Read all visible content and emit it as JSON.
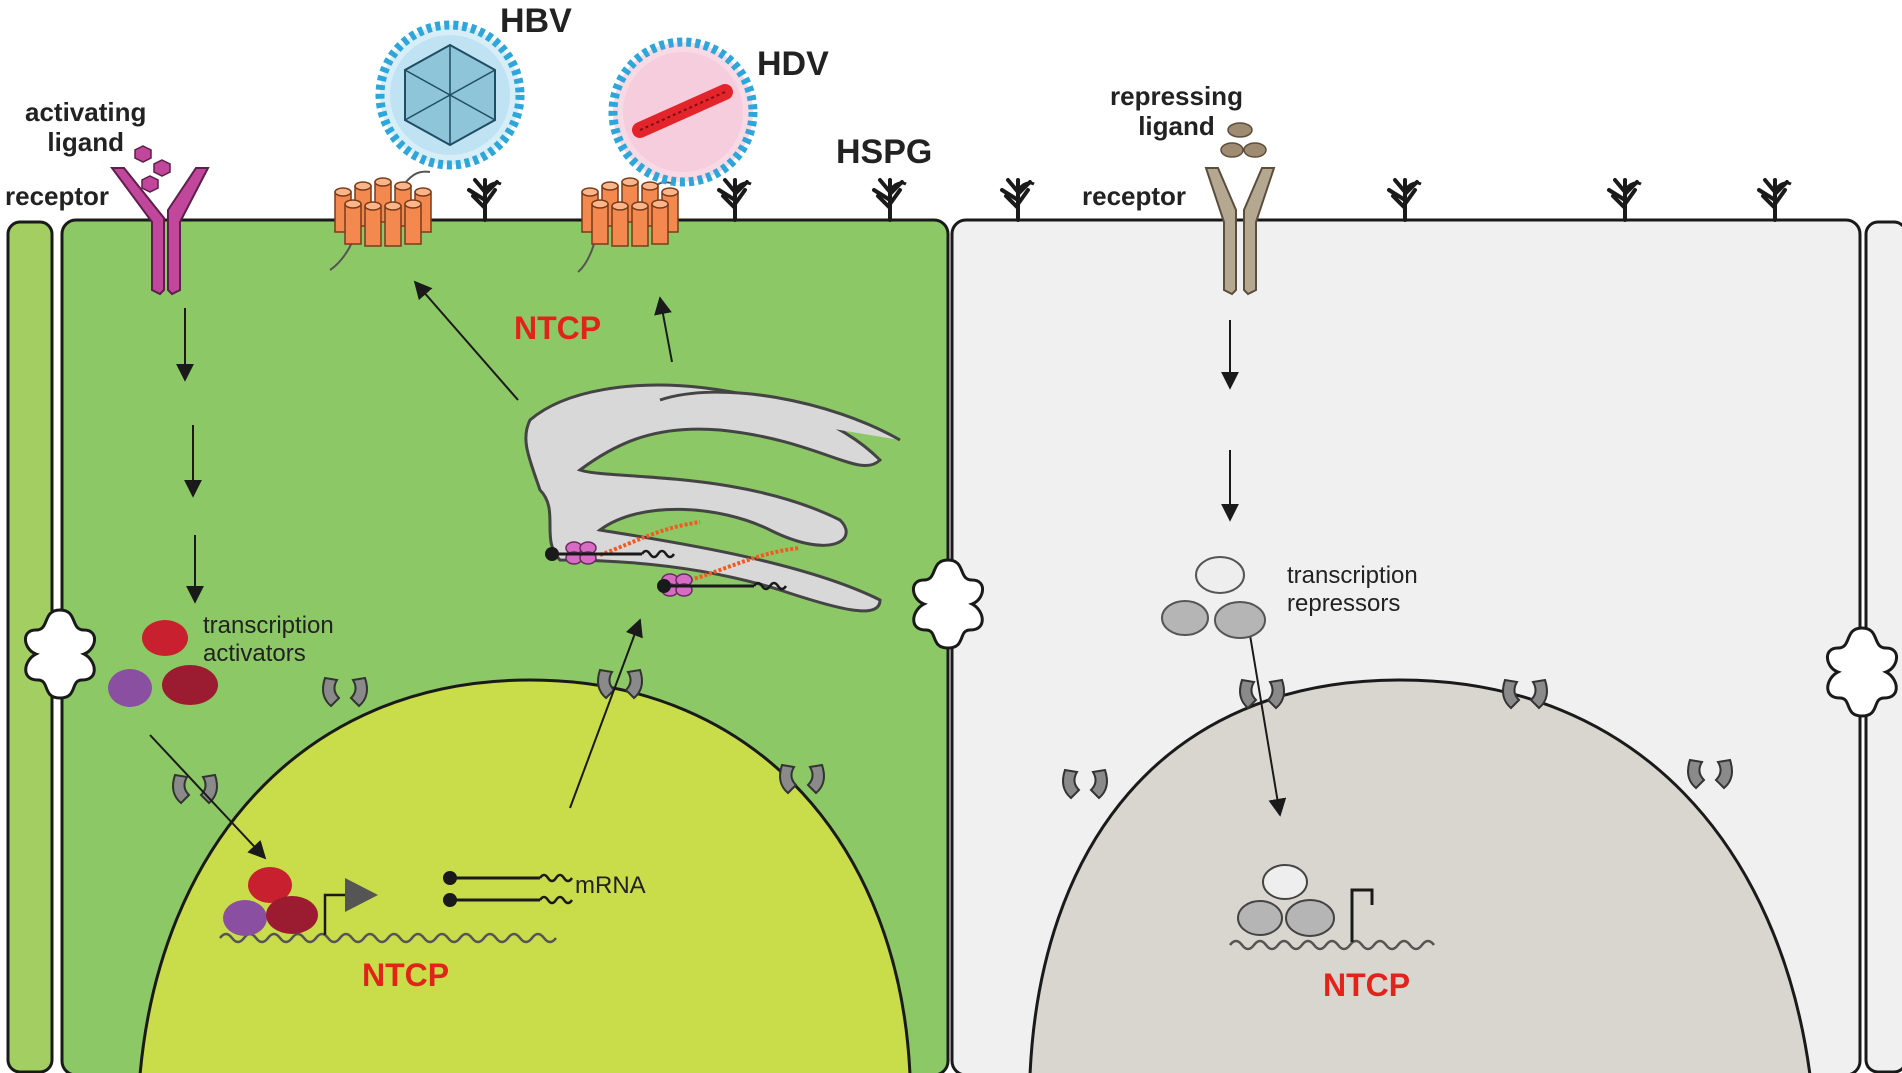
{
  "colors": {
    "left_cell": "#8cc866",
    "left_edge_cell": "#a3cf62",
    "left_nucleus": "#c9dc4a",
    "right_cell": "#f0f0f0",
    "right_nucleus": "#d9d6cf",
    "membrane": "#1a1a1a",
    "activating_receptor": "#c0479b",
    "repressing_receptor": "#b5a891",
    "ntcp_protein": "#f4894f",
    "ntcp_text": "#e2231a",
    "golgi": "#d8d8d8",
    "activator_red": "#c8202f",
    "activator_dark": "#9b1b30",
    "activator_purple": "#8a4fa0",
    "repressor_grey": "#b5b5b5",
    "hbv_shell": "#2fa6d9",
    "hdv_core": "#e3242b",
    "pore": "#8a8a8a",
    "chain": "#f25a22"
  },
  "labels": {
    "activating_ligand": "activating\nligand",
    "receptor_left": "receptor",
    "hbv": "HBV",
    "hdv": "HDV",
    "hspg": "HSPG",
    "repressing_ligand": "repressing\nligand",
    "receptor_right": "receptor",
    "ntcp_membrane": "NTCP",
    "transcription_activators": "transcription\nactivators",
    "mrna": "mRNA",
    "ntcp_gene_left": "NTCP",
    "transcription_repressors": "transcription\nrepressors",
    "ntcp_gene_right": "NTCP"
  },
  "icons": {
    "ligand": "hexagon-ligand-icon",
    "receptor": "y-shaped-receptor-icon",
    "ntcp": "cylinder-transporter-icon",
    "hspg": "proteoglycan-icon",
    "virus": "virus-particle-icon",
    "promoter_active": "arrow-promoter-icon",
    "promoter_blocked": "blocked-promoter-icon",
    "pore": "nuclear-pore-icon",
    "junction": "tight-junction-icon"
  }
}
